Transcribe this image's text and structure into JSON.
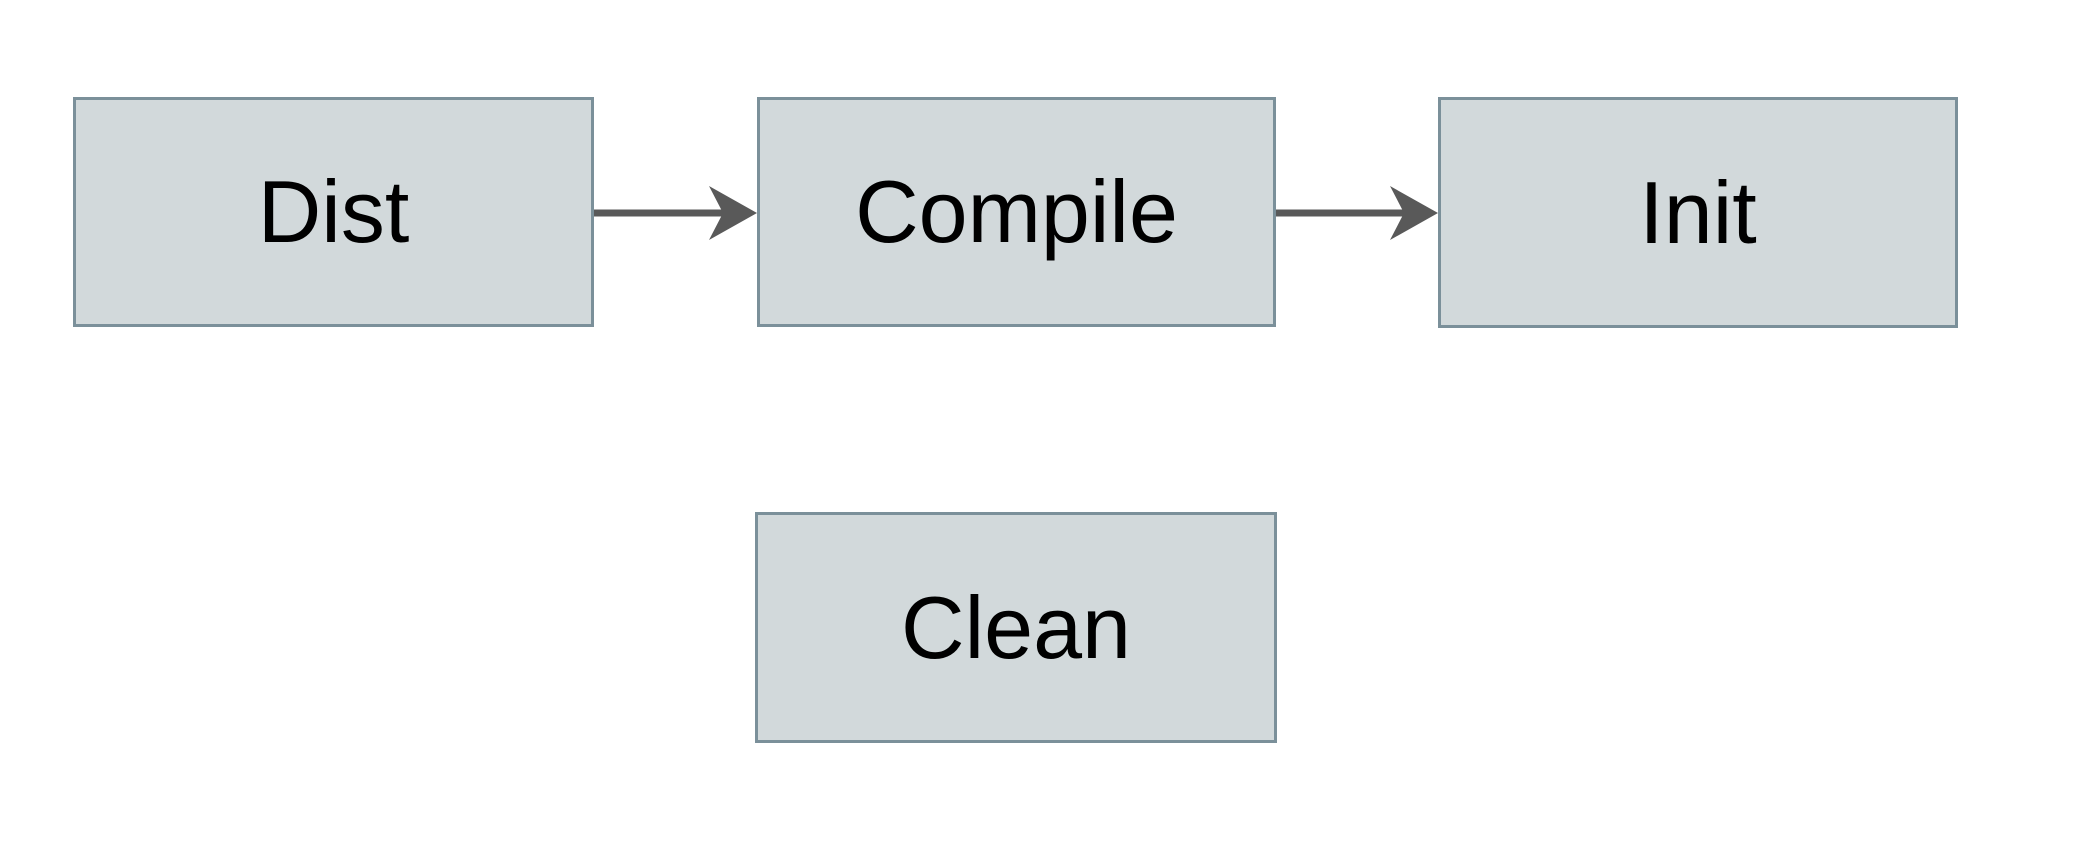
{
  "diagram": {
    "type": "flowchart",
    "nodes": [
      {
        "id": "dist",
        "label": "Dist"
      },
      {
        "id": "compile",
        "label": "Compile"
      },
      {
        "id": "init",
        "label": "Init"
      },
      {
        "id": "clean",
        "label": "Clean"
      }
    ],
    "edges": [
      {
        "from": "Dist",
        "to": "Compile",
        "direction": "right"
      },
      {
        "from": "Compile",
        "to": "Init",
        "direction": "right"
      }
    ],
    "colors": {
      "background": "#ffffff",
      "node_fill": "#d2d9db",
      "node_border": "#7b909a",
      "arrow": "#595959",
      "text": "#000000"
    }
  }
}
